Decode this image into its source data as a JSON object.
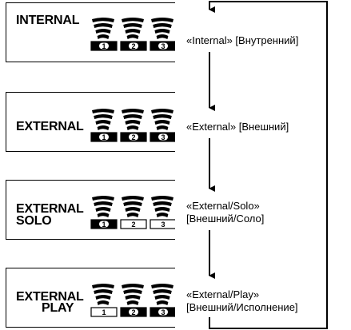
{
  "panels": [
    {
      "label": "INTERNAL",
      "description": "«Internal» [Внутренний]",
      "channels": [
        "1",
        "2",
        "3"
      ]
    },
    {
      "label": "EXTERNAL",
      "description": "«External» [Внешний]",
      "channels": [
        "1",
        "2",
        "3"
      ]
    },
    {
      "label_line1": "EXTERNAL",
      "label_line2": "SOLO",
      "description_line1": "«External/Solo»",
      "description_line2": "[Внешний/Соло]",
      "channels": [
        "1",
        "2",
        "3"
      ]
    },
    {
      "label_line1": "EXTERNAL",
      "label_line2": "PLAY",
      "description_line1": "«External/Play»",
      "description_line2": "[Внешний/Исполнение]",
      "channels": [
        "1",
        "2",
        "3"
      ]
    }
  ],
  "colors": {
    "ink": "#000000",
    "background": "#ffffff"
  }
}
